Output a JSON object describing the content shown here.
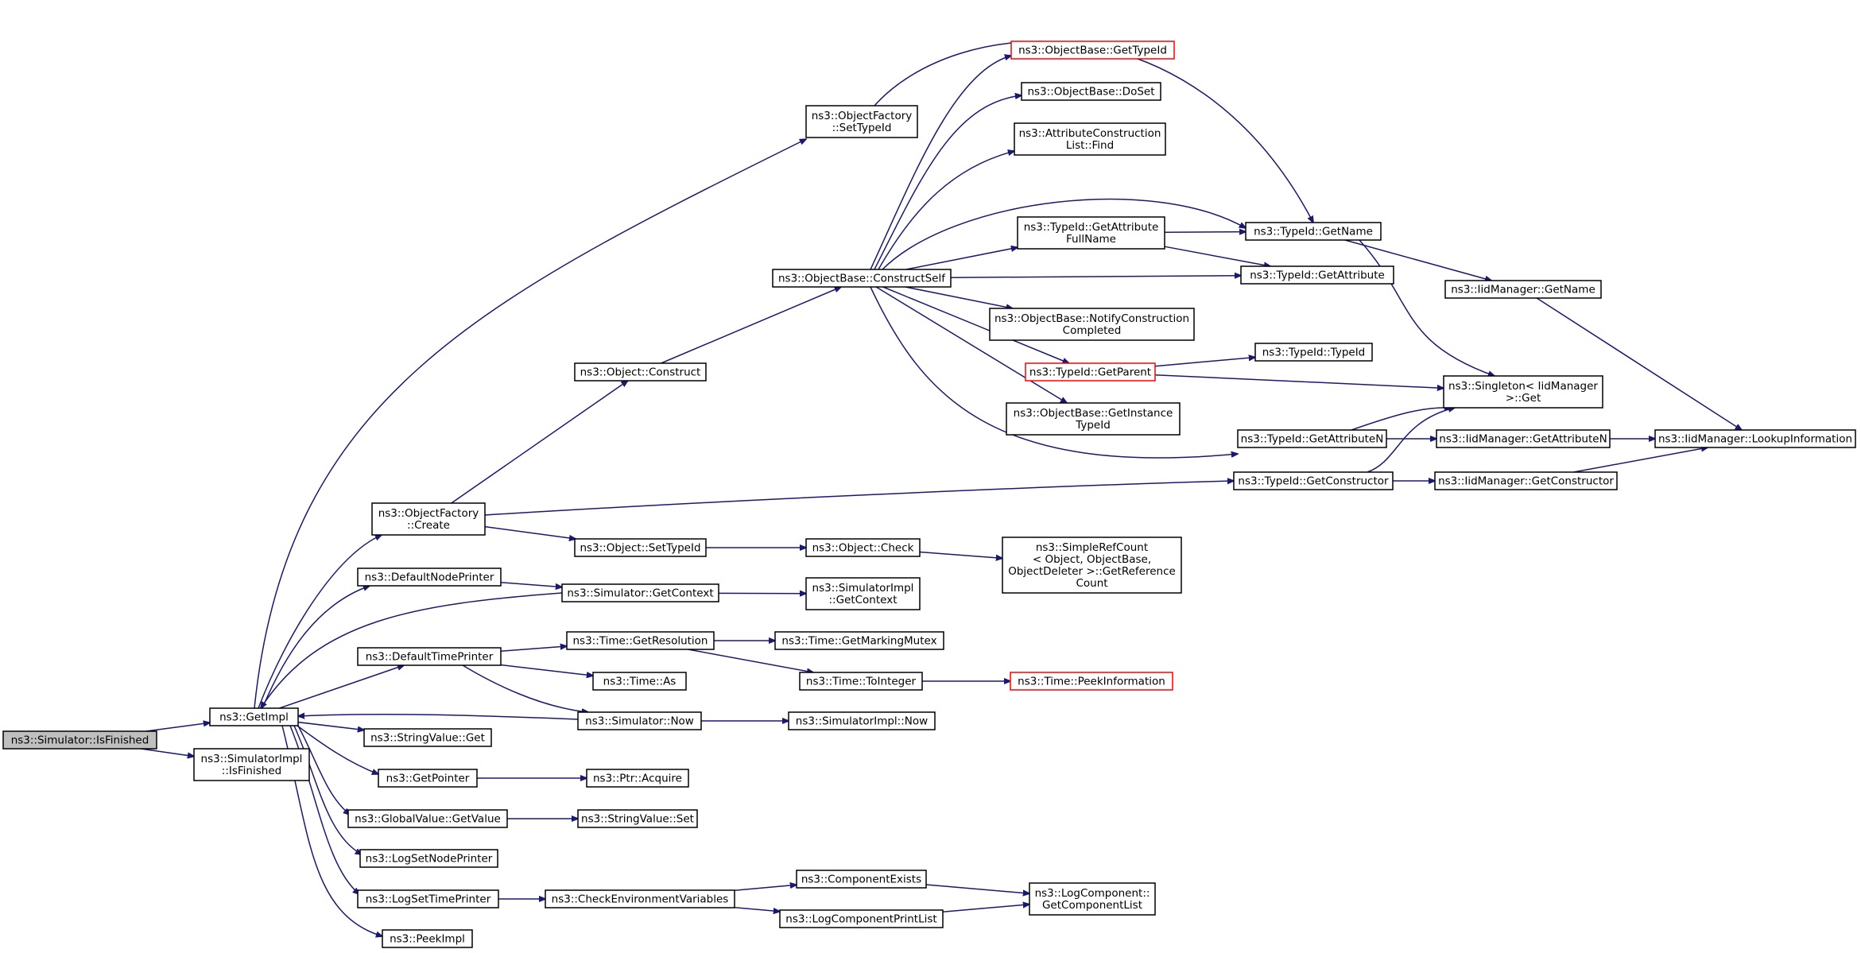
{
  "nodes": {
    "simulator_isfinished": [
      "ns3::Simulator::IsFinished"
    ],
    "getimpl": [
      "ns3::GetImpl"
    ],
    "simulatorimpl_isfinished": [
      "ns3::SimulatorImpl",
      "::IsFinished"
    ],
    "objectfactory_settypeid": [
      "ns3::ObjectFactory",
      "::SetTypeId"
    ],
    "objectbase_gettypeid": [
      "ns3::ObjectBase::GetTypeId"
    ],
    "objectbase_doset": [
      "ns3::ObjectBase::DoSet"
    ],
    "attributeconstructionlist_find": [
      "ns3::AttributeConstruction",
      "List::Find"
    ],
    "typeid_getattributefullname": [
      "ns3::TypeId::GetAttribute",
      "FullName"
    ],
    "typeid_getname": [
      "ns3::TypeId::GetName"
    ],
    "iidmanager_getname": [
      "ns3::IidManager::GetName"
    ],
    "objectbase_constructself": [
      "ns3::ObjectBase::ConstructSelf"
    ],
    "typeid_getattribute": [
      "ns3::TypeId::GetAttribute"
    ],
    "objectbase_notifyconstructioncompleted": [
      "ns3::ObjectBase::NotifyConstruction",
      "Completed"
    ],
    "typeid_getparent": [
      "ns3::TypeId::GetParent"
    ],
    "typeid_typeid": [
      "ns3::TypeId::TypeId"
    ],
    "object_construct": [
      "ns3::Object::Construct"
    ],
    "singleton_get": [
      "ns3::Singleton< IidManager",
      ">::Get"
    ],
    "objectbase_getinstancetypeid": [
      "ns3::ObjectBase::GetInstance",
      "TypeId"
    ],
    "typeid_getattributen": [
      "ns3::TypeId::GetAttributeN"
    ],
    "iidmanager_getattributen": [
      "ns3::IidManager::GetAttributeN"
    ],
    "iidmanager_lookupinformation": [
      "ns3::IidManager::LookupInformation"
    ],
    "objectfactory_create": [
      "ns3::ObjectFactory",
      "::Create"
    ],
    "typeid_getconstructor": [
      "ns3::TypeId::GetConstructor"
    ],
    "iidmanager_getconstructor": [
      "ns3::IidManager::GetConstructor"
    ],
    "object_settypeid": [
      "ns3::Object::SetTypeId"
    ],
    "object_check": [
      "ns3::Object::Check"
    ],
    "simplerefcount_getreferencecount": [
      "ns3::SimpleRefCount",
      "< Object, ObjectBase,",
      "ObjectDeleter >::GetReference",
      "Count"
    ],
    "defaultnodeprinter": [
      "ns3::DefaultNodePrinter"
    ],
    "simulator_getcontext": [
      "ns3::Simulator::GetContext"
    ],
    "simulatorimpl_getcontext": [
      "ns3::SimulatorImpl",
      "::GetContext"
    ],
    "defaulttimeprinter": [
      "ns3::DefaultTimePrinter"
    ],
    "time_getresolution": [
      "ns3::Time::GetResolution"
    ],
    "time_getmarkingmutex": [
      "ns3::Time::GetMarkingMutex"
    ],
    "time_as": [
      "ns3::Time::As"
    ],
    "time_tointeger": [
      "ns3::Time::ToInteger"
    ],
    "time_peekinformation": [
      "ns3::Time::PeekInformation"
    ],
    "simulator_now": [
      "ns3::Simulator::Now"
    ],
    "simulatorimpl_now": [
      "ns3::SimulatorImpl::Now"
    ],
    "stringvalue_get": [
      "ns3::StringValue::Get"
    ],
    "getpointer": [
      "ns3::GetPointer"
    ],
    "ptr_acquire": [
      "ns3::Ptr::Acquire"
    ],
    "globalvalue_getvalue": [
      "ns3::GlobalValue::GetValue"
    ],
    "stringvalue_set": [
      "ns3::StringValue::Set"
    ],
    "logsetnodeprinter": [
      "ns3::LogSetNodePrinter"
    ],
    "logsettimeprinter": [
      "ns3::LogSetTimePrinter"
    ],
    "checkenvironmentvariables": [
      "ns3::CheckEnvironmentVariables"
    ],
    "componentexists": [
      "ns3::ComponentExists"
    ],
    "logcomponent_getcomponentlist": [
      "ns3::LogComponent::",
      "GetComponentList"
    ],
    "logcomponentprintlist": [
      "ns3::LogComponentPrintList"
    ],
    "peekimpl": [
      "ns3::PeekImpl"
    ]
  },
  "colors": {
    "edge": "#191970",
    "node_border": "#000000",
    "highlight_border": "#ff0000",
    "root_fill": "#bfbfbf"
  }
}
